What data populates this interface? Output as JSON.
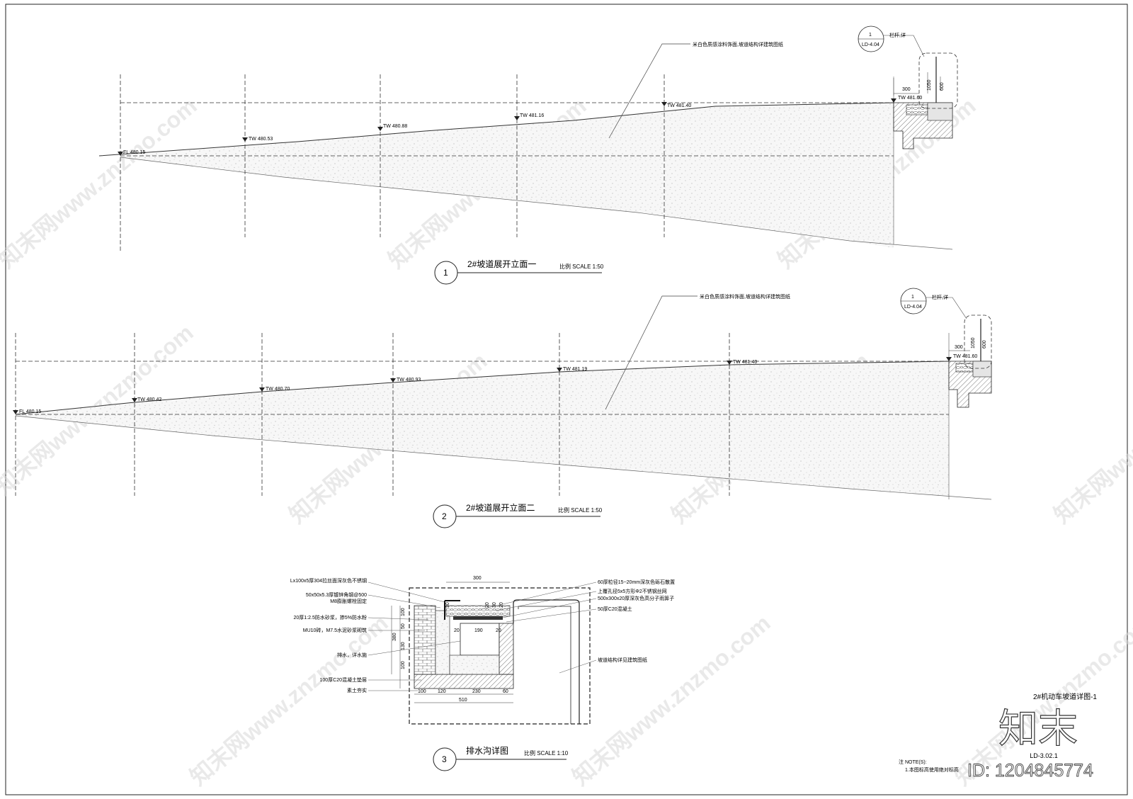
{
  "elevation1": {
    "number": "1",
    "title": "2#坡道展开立面一",
    "scale": "比例  SCALE 1:50",
    "note": "米白色质感涂料饰面,坡道结构详建筑图纸",
    "callout_number": "1",
    "callout_ref": "LD-4.04",
    "callout_text": "栏杆,详",
    "levels": [
      "FL 480.15",
      "TW 480.53",
      "TW 480.88",
      "TW 481.16",
      "TW 481.40",
      "TW 481.60"
    ],
    "dims": [
      "300",
      "1050",
      "600"
    ]
  },
  "elevation2": {
    "number": "2",
    "title": "2#坡道展开立面二",
    "scale": "比例  SCALE 1:50",
    "note": "米白色质感涂料饰面,坡道结构详建筑图纸",
    "callout_number": "1",
    "callout_ref": "LD-4.04",
    "callout_text": "栏杆,详",
    "levels": [
      "FL 480.15",
      "TW 480.42",
      "TW 480.70",
      "TW 480.93",
      "TW 481.19",
      "TW 481.40",
      "TW 481.60"
    ],
    "dims": [
      "300",
      "1050",
      "600"
    ]
  },
  "drain_detail": {
    "number": "3",
    "title": "排水沟详图",
    "scale": "比例  SCALE 1:10",
    "left_notes": [
      "Lx100x5厚304拉丝面深灰色不锈钢",
      "50x50x5.3厚镀锌角钢@500",
      "M8膨胀螺栓固定",
      "20厚1:2.5防水砂浆，掺5%防水粉",
      "MU10砖，M7.5水泥砂浆砌筑",
      "排水，详水施",
      "100厚C20混凝土垫层",
      "素土夯实"
    ],
    "right_notes": [
      "60厚粒径15~20mm深灰色砾石散置",
      "上覆孔径5x5方形Φ2不锈钢丝网",
      "500x300x20厚深灰色高分子雨箅子",
      "50厚C20混凝土",
      "坡道结构详见建筑图纸"
    ],
    "dims_top": [
      "300"
    ],
    "dims_left": [
      "100",
      "50",
      "130",
      "100",
      "380"
    ],
    "dims_inner": [
      "30",
      "20",
      "190",
      "20",
      "20",
      "30",
      "20"
    ],
    "dims_bottom": [
      "100",
      "120",
      "230",
      "60",
      "510"
    ]
  },
  "titleblock": {
    "drawing_name": "2#机动车坡道详图-1",
    "brand": "知末",
    "sheet_no": "LD-3.02.1",
    "note_label": "注      NOTE(S):",
    "note_text": "1.本图标高使用绝对标高",
    "id_text": "ID: 1204845774"
  },
  "watermark": {
    "text": "知末网www.znzmo.com"
  }
}
